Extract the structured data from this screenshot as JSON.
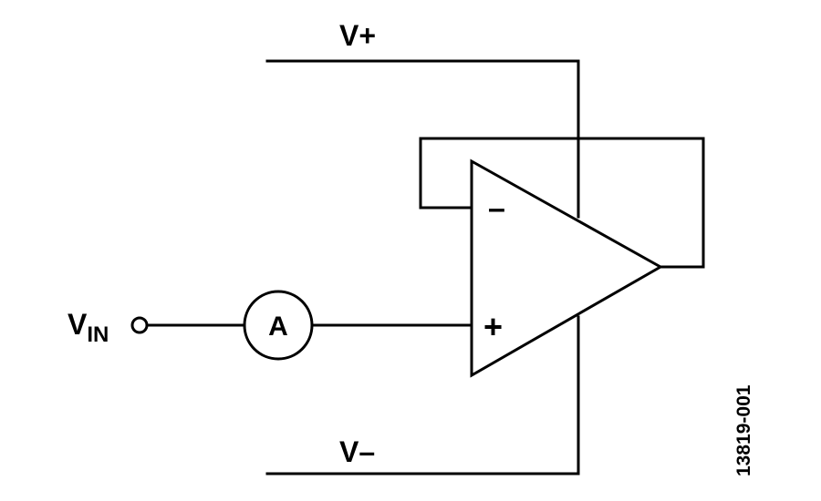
{
  "labels": {
    "v_plus": "V+",
    "v_minus": "V–",
    "v_in_main": "V",
    "v_in_sub": "IN",
    "ammeter": "A",
    "inverting_sign": "–",
    "noninverting_sign": "+",
    "figure_id": "13819-001"
  },
  "colors": {
    "ink": "#000000",
    "background": "#ffffff"
  }
}
